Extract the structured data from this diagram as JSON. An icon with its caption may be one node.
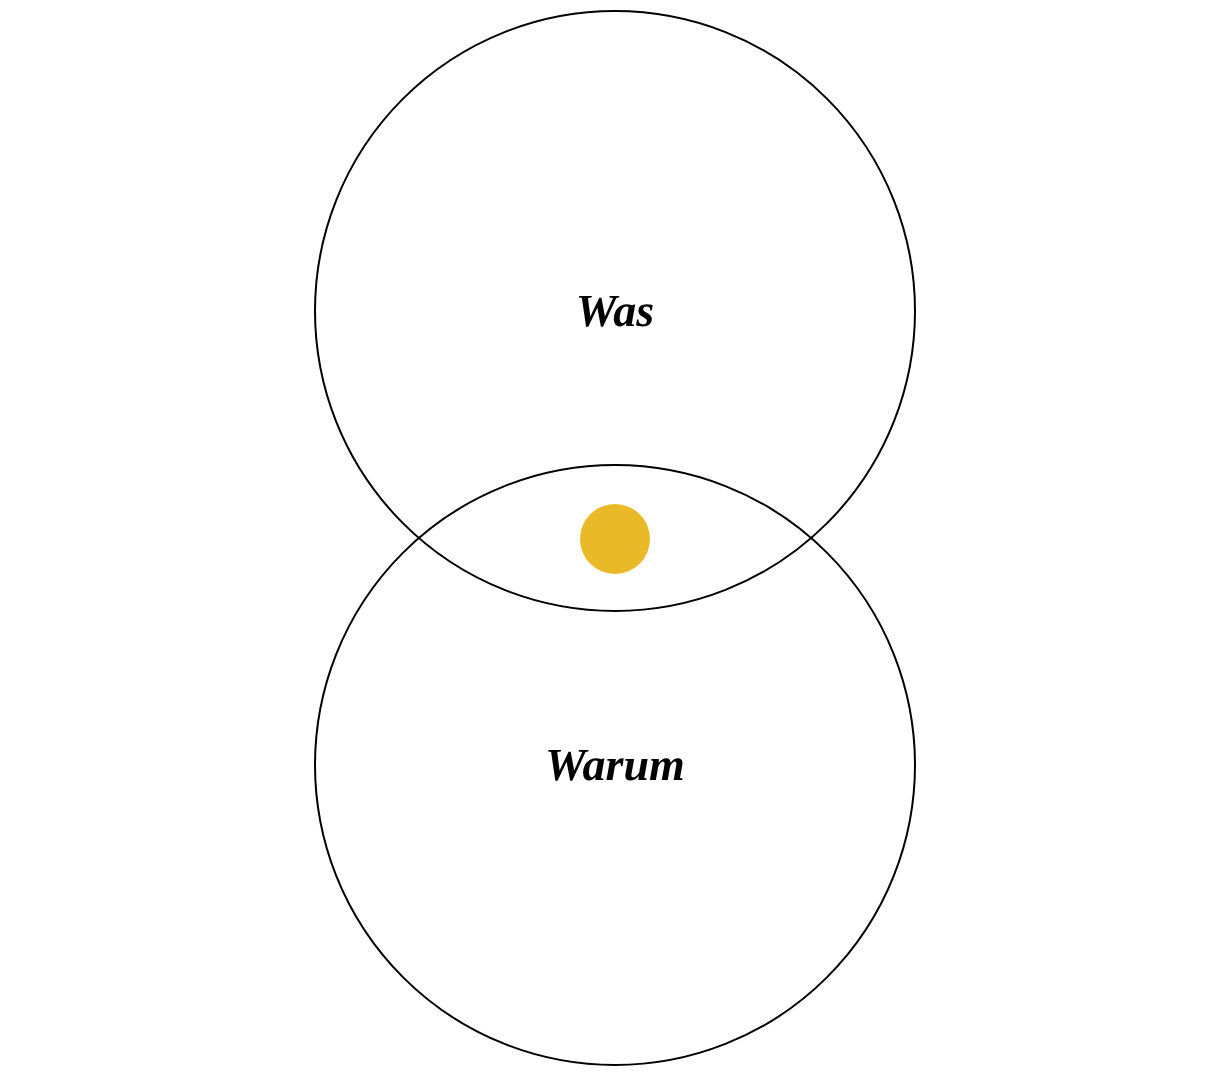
{
  "diagram": {
    "nodes": [
      {
        "text": [
          "Was"
        ]
      },
      {
        "text": [
          "Warum"
        ]
      },
      {
        "text": [],
        "shape": "circle"
      }
    ]
  }
}
